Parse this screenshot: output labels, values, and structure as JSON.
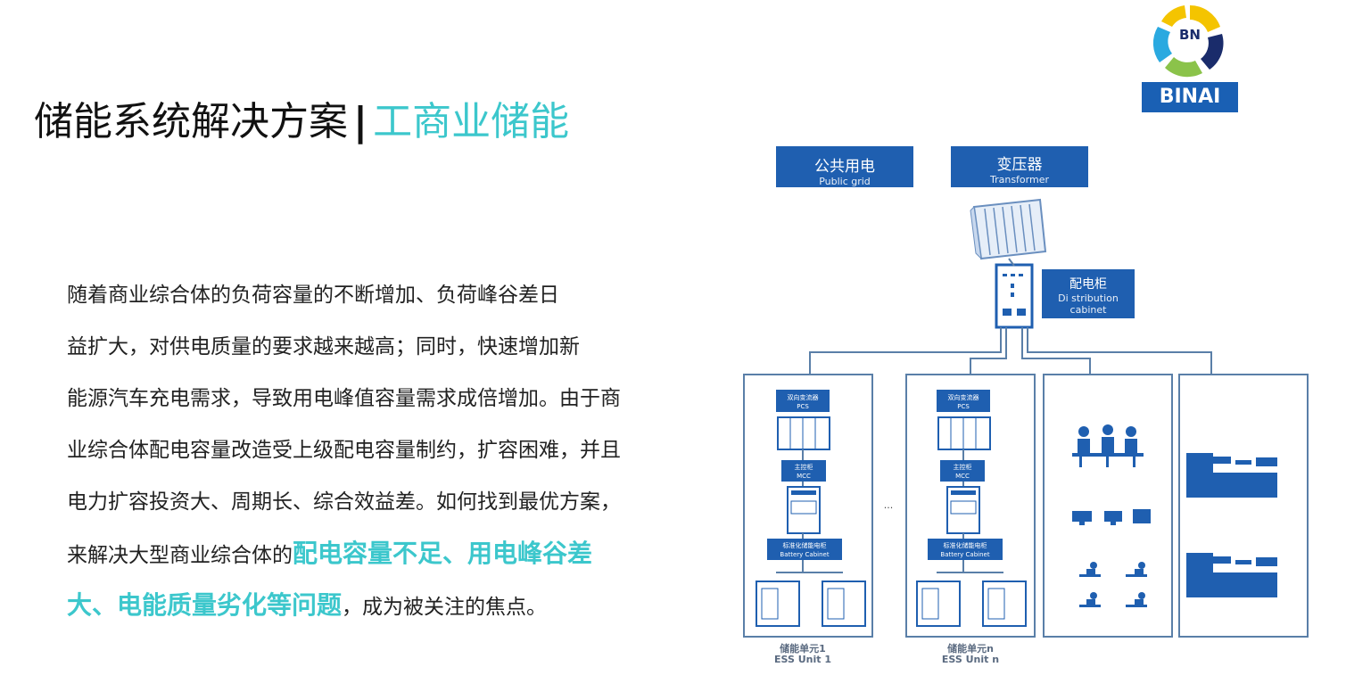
{
  "title": {
    "main": "储能系统解决方案",
    "separator": "|",
    "accent": "工商业储能"
  },
  "paragraph": {
    "lines": [
      "随着商业综合体的负荷容量的不断增加、负荷峰谷差日",
      "益扩大，对供电质量的要求越来越高；同时，快速增加新",
      "能源汽车充电需求，导致用电峰值容量需求成倍增加。由于商",
      "业综合体配电容量改造受上级配电容量制约，扩容困难，并且",
      "电力扩容投资大、周期长、综合效益差。如何找到最优方案，"
    ],
    "line6_prefix": "来解决大型商业综合体的",
    "line6_highlight": "配电容量不足、用电峰谷差",
    "line7_highlight": "大、电能质量劣化等问题",
    "line7_suffix": "，成为被关注的焦点。"
  },
  "logo": {
    "mark": "BN",
    "name": "BINAI"
  },
  "diagram": {
    "public_grid": {
      "cn": "公共用电",
      "en": "Public grid"
    },
    "transformer": {
      "cn": "变压器",
      "en": "Transformer"
    },
    "distribution": {
      "cn": "配电柜",
      "en1": "Di stribution",
      "en2": "cabinet"
    },
    "pcs": {
      "cn": "双向变流器",
      "en": "PCS"
    },
    "mcc": {
      "cn": "主控柜",
      "en": "MCC"
    },
    "battery": {
      "cn": "标准化储能电柜",
      "en": "Battery Cabinet"
    },
    "ellipsis": "...",
    "unit1": {
      "cn": "储能单元1",
      "en": "ESS Unit 1"
    },
    "unitn": {
      "cn": "储能单元n",
      "en": "ESS Unit n"
    }
  },
  "colors": {
    "accent": "#3cc7cc",
    "blue": "#1f5fb0",
    "line": "#5a7fa8"
  }
}
